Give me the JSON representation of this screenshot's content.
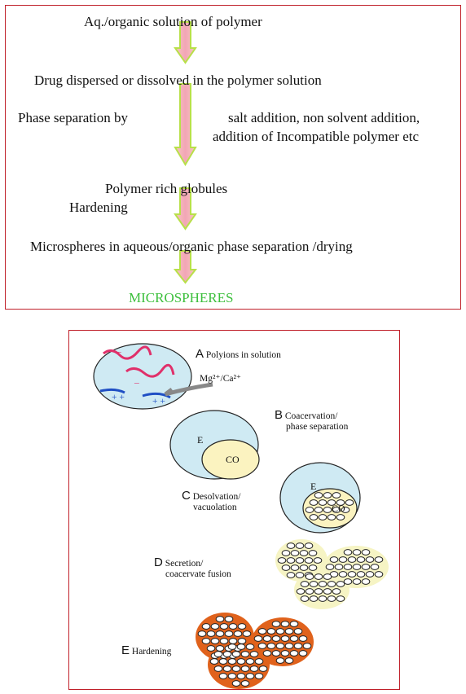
{
  "flowchart": {
    "step1": "Aq./organic solution of polymer",
    "step2": "Drug dispersed or dissolved in the polymer solution",
    "step3_left": "Phase separation  by",
    "step3_right_line1": "salt addition, non solvent addition,",
    "step3_right_line2": "addition of  Incompatible polymer etc",
    "step4": "Polymer rich globules",
    "step4b": "Hardening",
    "step5": "Microspheres in aqueous/organic phase separation /drying",
    "result": "MICROSPHERES",
    "colors": {
      "arrow_fill": "#f3b6b6",
      "arrow_stroke": "#b8e04a",
      "result_text": "#3cbf3c",
      "border": "#c0202a"
    }
  },
  "process_diagram": {
    "stages": [
      {
        "letter": "A",
        "label": "Polyions in solution"
      },
      {
        "letter": "B",
        "label_line1": "Coacervation/",
        "label_line2": "phase separation"
      },
      {
        "letter": "C",
        "label_line1": "Desolvation/",
        "label_line2": "vacuolation"
      },
      {
        "letter": "D",
        "label_line1": "Secretion/",
        "label_line2": "coacervate fusion"
      },
      {
        "letter": "E",
        "label": "Hardening"
      }
    ],
    "ion_label": "Mg²⁺/Ca²⁺",
    "inner_labels": {
      "E": "E",
      "CO": "CO"
    },
    "charges": {
      "negative": "–",
      "positive": "+ +"
    },
    "colors": {
      "cell": "#cfeaf3",
      "core": "#fbf3c0",
      "polymer_neg": "#e0306a",
      "polymer_pos": "#1f4fc4",
      "hardened": "#e0621c",
      "fused": "#f6f4c4"
    }
  }
}
